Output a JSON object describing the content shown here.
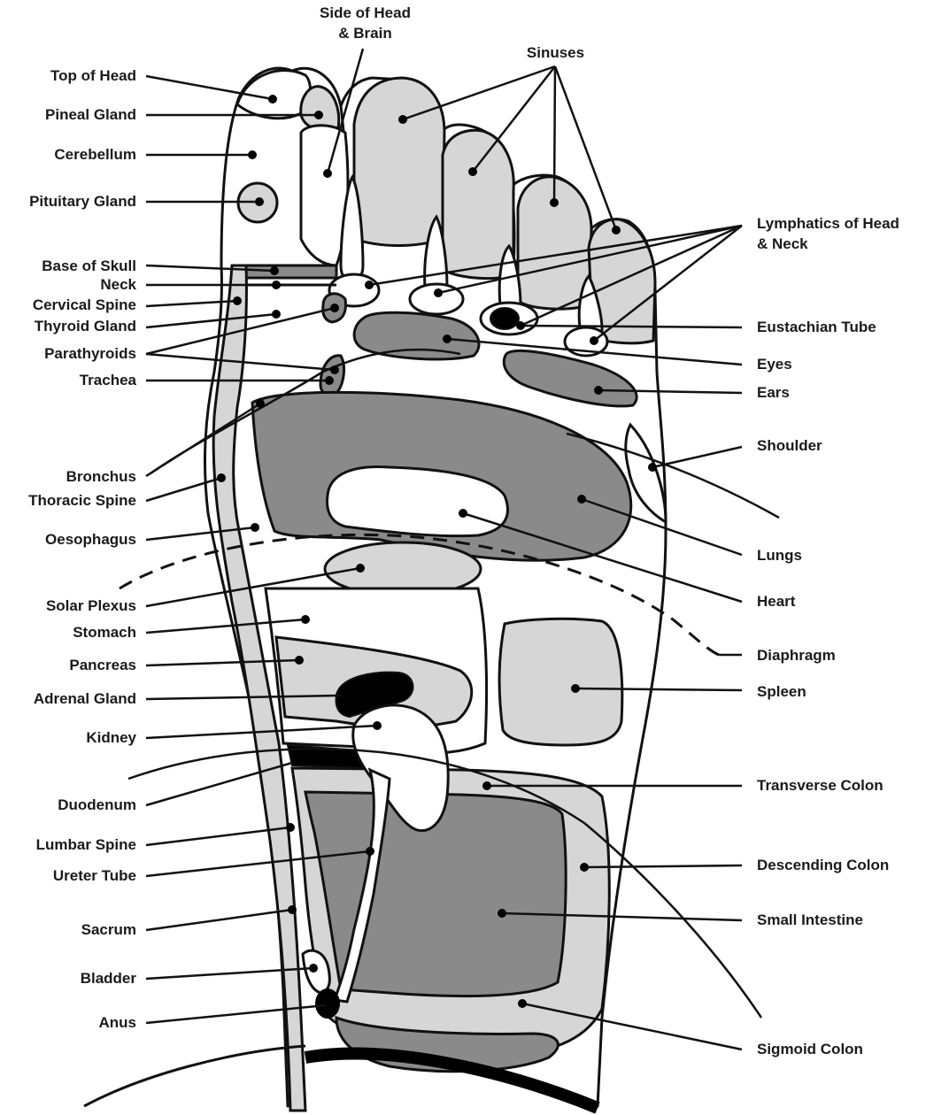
{
  "labels_left": {
    "top_of_head": "Top of Head",
    "pineal_gland": "Pineal Gland",
    "cerebellum": "Cerebellum",
    "pituitary_gland": "Pituitary Gland",
    "base_of_skull": "Base of Skull",
    "neck": "Neck",
    "cervical_spine": "Cervical Spine",
    "thyroid_gland": "Thyroid Gland",
    "parathyroids": "Parathyroids",
    "trachea": "Trachea",
    "bronchus": "Bronchus",
    "thoracic_spine": "Thoracic Spine",
    "oesophagus": "Oesophagus",
    "solar_plexus": "Solar Plexus",
    "stomach": "Stomach",
    "pancreas": "Pancreas",
    "adrenal_gland": "Adrenal Gland",
    "kidney": "Kidney",
    "duodenum": "Duodenum",
    "lumbar_spine": "Lumbar Spine",
    "ureter_tube": "Ureter Tube",
    "sacrum": "Sacrum",
    "bladder": "Bladder",
    "anus": "Anus"
  },
  "labels_top": {
    "side_of_head_1": "Side of Head",
    "side_of_head_2": "& Brain",
    "sinuses": "Sinuses"
  },
  "labels_right": {
    "lymphatics_1": "Lymphatics of Head",
    "lymphatics_2": "& Neck",
    "eustachian_tube": "Eustachian Tube",
    "eyes": "Eyes",
    "ears": "Ears",
    "shoulder": "Shoulder",
    "lungs": "Lungs",
    "heart": "Heart",
    "diaphragm": "Diaphragm",
    "spleen": "Spleen",
    "transverse_colon": "Transverse Colon",
    "descending_colon": "Descending Colon",
    "small_intestine": "Small Intestine",
    "sigmoid_colon": "Sigmoid Colon"
  },
  "colors": {
    "light_fill": "#d6d6d6",
    "dark_fill": "#8a8a8a",
    "black": "#000000",
    "outline": "#111111"
  }
}
